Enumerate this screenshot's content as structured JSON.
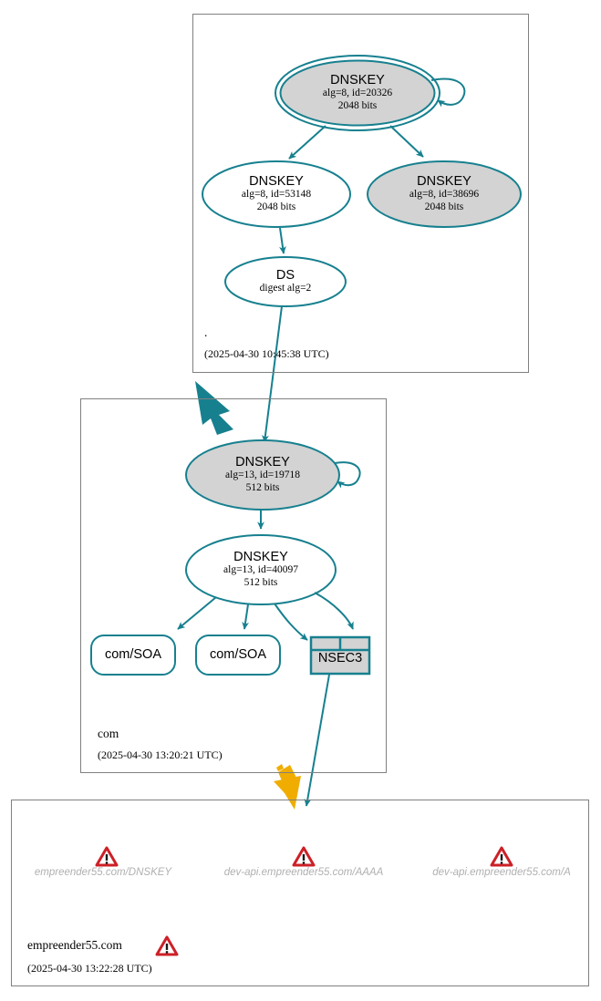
{
  "diagram": {
    "title": "DNSSEC authentication chain",
    "colors": {
      "edge_teal": "#17808f",
      "node_fill_shaded": "#d3d3d3",
      "node_fill_plain": "#ffffff",
      "zone_border": "#808080",
      "warning_red": "#cc2027",
      "bogus_yellow": "#f0ad00",
      "insecure_text": "#b0b0b0"
    }
  },
  "zones": [
    {
      "id": "root",
      "name": ".",
      "timestamp": "(2025-04-30 10:45:38 UTC)",
      "nodes": [
        {
          "id": "root-ksk",
          "type": "dnskey",
          "shape": "doubleellipse",
          "title": "DNSKEY",
          "line2": "alg=8, id=20326",
          "line3": "2048 bits",
          "alg": 8,
          "key_id": 20326,
          "key_size": "2048 bits",
          "shaded": true,
          "self_signed": true
        },
        {
          "id": "root-zsk-53148",
          "type": "dnskey",
          "shape": "ellipse",
          "title": "DNSKEY",
          "line2": "alg=8, id=53148",
          "line3": "2048 bits",
          "alg": 8,
          "key_id": 53148,
          "key_size": "2048 bits",
          "shaded": false,
          "self_signed": false
        },
        {
          "id": "root-zsk-38696",
          "type": "dnskey",
          "shape": "ellipse",
          "title": "DNSKEY",
          "line2": "alg=8, id=38696",
          "line3": "2048 bits",
          "alg": 8,
          "key_id": 38696,
          "key_size": "2048 bits",
          "shaded": true,
          "self_signed": false
        },
        {
          "id": "root-ds",
          "type": "ds",
          "shape": "ellipse",
          "title": "DS",
          "line2": "digest alg=2",
          "line3": "",
          "digest_alg": 2,
          "shaded": false,
          "self_signed": false
        }
      ]
    },
    {
      "id": "com",
      "name": "com",
      "timestamp": "(2025-04-30 13:20:21 UTC)",
      "nodes": [
        {
          "id": "com-ksk",
          "type": "dnskey",
          "shape": "ellipse",
          "title": "DNSKEY",
          "line2": "alg=13, id=19718",
          "line3": "512 bits",
          "alg": 13,
          "key_id": 19718,
          "key_size": "512 bits",
          "shaded": true,
          "self_signed": true
        },
        {
          "id": "com-zsk",
          "type": "dnskey",
          "shape": "ellipse",
          "title": "DNSKEY",
          "line2": "alg=13, id=40097",
          "line3": "512 bits",
          "alg": 13,
          "key_id": 40097,
          "key_size": "512 bits",
          "shaded": false,
          "self_signed": false
        },
        {
          "id": "com-soa-1",
          "type": "rrset",
          "shape": "roundedbox",
          "title": "com/SOA",
          "shaded": false
        },
        {
          "id": "com-soa-2",
          "type": "rrset",
          "shape": "roundedbox",
          "title": "com/SOA",
          "shaded": false
        },
        {
          "id": "com-nsec3",
          "type": "nsec3",
          "shape": "table",
          "title": "NSEC3",
          "shaded": true
        }
      ]
    },
    {
      "id": "empreender55",
      "name": "empreender55.com",
      "timestamp": "(2025-04-30 13:22:28 UTC)",
      "status": "bogus",
      "status_icon": "warning-triangle-icon",
      "nodes": [
        {
          "id": "rr-dnskey",
          "type": "errored-rrset",
          "label": "empreender55.com/DNSKEY",
          "icon": "warning-triangle-icon"
        },
        {
          "id": "rr-aaaa",
          "type": "errored-rrset",
          "label": "dev-api.empreender55.com/AAAA",
          "icon": "warning-triangle-icon"
        },
        {
          "id": "rr-a",
          "type": "errored-rrset",
          "label": "dev-api.empreender55.com/A",
          "icon": "warning-triangle-icon"
        }
      ]
    }
  ],
  "edges": [
    {
      "id": "e-ksk-self",
      "from": "root-ksk",
      "to": "root-ksk",
      "kind": "self-sign"
    },
    {
      "id": "e-ksk-53148",
      "from": "root-ksk",
      "to": "root-zsk-53148",
      "kind": "sign"
    },
    {
      "id": "e-ksk-38696",
      "from": "root-ksk",
      "to": "root-zsk-38696",
      "kind": "sign"
    },
    {
      "id": "e-53148-ds",
      "from": "root-zsk-53148",
      "to": "root-ds",
      "kind": "sign"
    },
    {
      "id": "e-ds-comksk",
      "from": "root-ds",
      "to": "com-ksk",
      "kind": "delegation"
    },
    {
      "id": "e-comksk-self",
      "from": "com-ksk",
      "to": "com-ksk",
      "kind": "self-sign"
    },
    {
      "id": "e-comksk-comzsk",
      "from": "com-ksk",
      "to": "com-zsk",
      "kind": "sign"
    },
    {
      "id": "e-comzsk-soa1",
      "from": "com-zsk",
      "to": "com-soa-1",
      "kind": "sign"
    },
    {
      "id": "e-comzsk-soa2",
      "from": "com-zsk",
      "to": "com-soa-2",
      "kind": "sign"
    },
    {
      "id": "e-comzsk-nsec3a",
      "from": "com-zsk",
      "to": "com-nsec3",
      "kind": "sign"
    },
    {
      "id": "e-comzsk-nsec3b",
      "from": "com-zsk",
      "to": "com-nsec3",
      "kind": "sign"
    },
    {
      "id": "e-nsec3-child",
      "from": "com-nsec3",
      "to": "empreender55",
      "kind": "broken-delegation"
    }
  ]
}
